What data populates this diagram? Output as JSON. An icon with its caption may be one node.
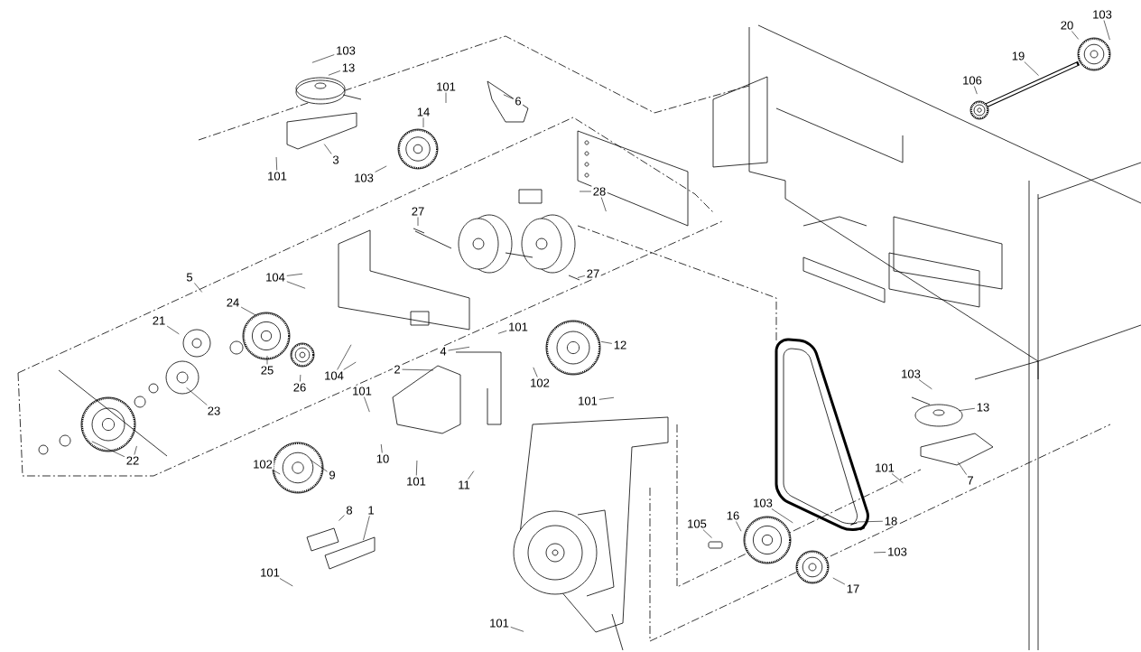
{
  "diagram": {
    "nodes": [
      {
        "text": [
          "103"
        ]
      },
      {
        "text": [
          "13"
        ]
      },
      {
        "text": [
          "101"
        ]
      },
      {
        "text": [
          "6"
        ]
      },
      {
        "text": [
          "14"
        ]
      },
      {
        "text": [
          "101"
        ]
      },
      {
        "text": [
          "3"
        ]
      },
      {
        "text": [
          "103"
        ]
      },
      {
        "text": [
          "28"
        ]
      },
      {
        "text": [
          "27"
        ]
      },
      {
        "text": [
          "5"
        ]
      },
      {
        "text": [
          "104"
        ]
      },
      {
        "text": [
          "24"
        ]
      },
      {
        "text": [
          "27"
        ]
      },
      {
        "text": [
          "101"
        ]
      },
      {
        "text": [
          "21"
        ]
      },
      {
        "text": [
          "12"
        ]
      },
      {
        "text": [
          "4"
        ]
      },
      {
        "text": [
          "25"
        ]
      },
      {
        "text": [
          "26"
        ]
      },
      {
        "text": [
          "104"
        ]
      },
      {
        "text": [
          "2"
        ]
      },
      {
        "text": [
          "102"
        ]
      },
      {
        "text": [
          "101"
        ]
      },
      {
        "text": [
          "101"
        ]
      },
      {
        "text": [
          "23"
        ]
      },
      {
        "text": [
          "22"
        ]
      },
      {
        "text": [
          "103"
        ]
      },
      {
        "text": [
          "20"
        ]
      },
      {
        "text": [
          "19"
        ]
      },
      {
        "text": [
          "106"
        ]
      },
      {
        "text": [
          "103"
        ]
      },
      {
        "text": [
          "13"
        ]
      },
      {
        "text": [
          "101"
        ]
      },
      {
        "text": [
          "7"
        ]
      },
      {
        "text": [
          "102"
        ]
      },
      {
        "text": [
          "10"
        ]
      },
      {
        "text": [
          "9"
        ]
      },
      {
        "text": [
          "101"
        ]
      },
      {
        "text": [
          "11"
        ]
      },
      {
        "text": [
          "8"
        ]
      },
      {
        "text": [
          "1"
        ]
      },
      {
        "text": [
          "101"
        ]
      },
      {
        "text": [
          "103"
        ]
      },
      {
        "text": [
          "16"
        ]
      },
      {
        "text": [
          "18"
        ]
      },
      {
        "text": [
          "105"
        ]
      },
      {
        "text": [
          "103"
        ]
      },
      {
        "text": [
          "17"
        ]
      },
      {
        "text": [
          "101"
        ]
      }
    ],
    "edges": [
      {
        "from": 0,
        "to": null,
        "arrow": "none"
      },
      {
        "from": 1,
        "to": null,
        "arrow": "none"
      },
      {
        "from": 2,
        "to": null,
        "arrow": "none"
      },
      {
        "from": 3,
        "to": null,
        "arrow": "none"
      },
      {
        "from": 4,
        "to": null,
        "arrow": "none"
      },
      {
        "from": 5,
        "to": null,
        "arrow": "none"
      },
      {
        "from": 6,
        "to": null,
        "arrow": "none"
      },
      {
        "from": 7,
        "to": null,
        "arrow": "none"
      },
      {
        "from": 8,
        "to": null,
        "arrow": "none"
      },
      {
        "from": 8,
        "to": null,
        "arrow": "none"
      },
      {
        "from": 9,
        "to": null,
        "arrow": "none"
      },
      {
        "from": 10,
        "to": null,
        "arrow": "none"
      },
      {
        "from": 11,
        "to": null,
        "arrow": "none"
      },
      {
        "from": 11,
        "to": null,
        "arrow": "none"
      },
      {
        "from": 12,
        "to": null,
        "arrow": "none"
      },
      {
        "from": 13,
        "to": null,
        "arrow": "none"
      },
      {
        "from": 14,
        "to": null,
        "arrow": "none"
      },
      {
        "from": 15,
        "to": null,
        "arrow": "none"
      },
      {
        "from": 16,
        "to": null,
        "arrow": "none"
      },
      {
        "from": 17,
        "to": null,
        "arrow": "none"
      },
      {
        "from": 18,
        "to": null,
        "arrow": "none"
      },
      {
        "from": 19,
        "to": null,
        "arrow": "none"
      },
      {
        "from": 20,
        "to": null,
        "arrow": "none"
      },
      {
        "from": 20,
        "to": null,
        "arrow": "none"
      },
      {
        "from": 21,
        "to": null,
        "arrow": "none"
      },
      {
        "from": 22,
        "to": null,
        "arrow": "none"
      },
      {
        "from": 23,
        "to": null,
        "arrow": "none"
      },
      {
        "from": 24,
        "to": null,
        "arrow": "none"
      },
      {
        "from": 25,
        "to": null,
        "arrow": "none"
      },
      {
        "from": 26,
        "to": null,
        "arrow": "none"
      },
      {
        "from": 26,
        "to": null,
        "arrow": "none"
      },
      {
        "from": 27,
        "to": null,
        "arrow": "none"
      },
      {
        "from": 28,
        "to": null,
        "arrow": "none"
      },
      {
        "from": 29,
        "to": null,
        "arrow": "none"
      },
      {
        "from": 30,
        "to": null,
        "arrow": "none"
      },
      {
        "from": 31,
        "to": null,
        "arrow": "none"
      },
      {
        "from": 32,
        "to": null,
        "arrow": "none"
      },
      {
        "from": 33,
        "to": null,
        "arrow": "none"
      },
      {
        "from": 34,
        "to": null,
        "arrow": "none"
      },
      {
        "from": 35,
        "to": null,
        "arrow": "none"
      },
      {
        "from": 36,
        "to": null,
        "arrow": "none"
      },
      {
        "from": 37,
        "to": null,
        "arrow": "none"
      },
      {
        "from": 38,
        "to": null,
        "arrow": "none"
      },
      {
        "from": 39,
        "to": null,
        "arrow": "none"
      },
      {
        "from": 40,
        "to": null,
        "arrow": "none"
      },
      {
        "from": 41,
        "to": null,
        "arrow": "none"
      },
      {
        "from": 42,
        "to": null,
        "arrow": "none"
      },
      {
        "from": 43,
        "to": null,
        "arrow": "none"
      },
      {
        "from": 44,
        "to": null,
        "arrow": "none"
      },
      {
        "from": 45,
        "to": null,
        "arrow": "none"
      },
      {
        "from": 46,
        "to": null,
        "arrow": "none"
      },
      {
        "from": 47,
        "to": null,
        "arrow": "none"
      },
      {
        "from": 48,
        "to": null,
        "arrow": "none"
      },
      {
        "from": 49,
        "to": null,
        "arrow": "none"
      }
    ]
  }
}
